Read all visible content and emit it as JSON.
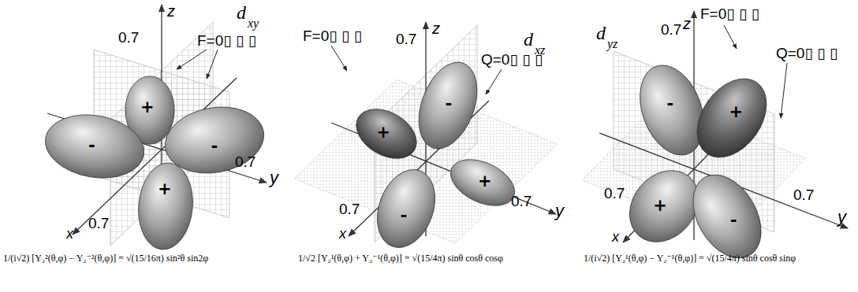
{
  "diagram": {
    "nodes": [
      {
        "text": [
          "+"
        ]
      },
      {
        "text": [
          "-"
        ]
      },
      {
        "text": [
          "-"
        ]
      },
      {
        "text": [
          "+"
        ]
      },
      {
        "text": [
          "-"
        ]
      },
      {
        "text": [
          "+"
        ]
      },
      {
        "text": [
          "+"
        ]
      },
      {
        "text": [
          "-"
        ]
      },
      {
        "text": [
          "-"
        ]
      },
      {
        "text": [
          "+"
        ]
      },
      {
        "text": [
          "+"
        ]
      },
      {
        "text": [
          "-"
        ]
      }
    ],
    "labels": [
      "z",
      "0.7",
      "d",
      "xy",
      "F=0▯ ▯ ▯",
      "0.7",
      "y",
      "0.7",
      "x",
      "1/(i√2) [Y₂²(θ,φ) − Y₂⁻²(θ,φ)] = √(15/16π) sin²θ sin2φ",
      "F=0▯ ▯ ▯",
      "0.7",
      "z",
      "d",
      "xz",
      "Q=0▯ ▯ ▯",
      "0.7",
      "0.7",
      "y",
      "x",
      "1/√2 [Y₂¹(θ,φ) + Y₂⁻¹(θ,φ)] = √(15/4π) sinθ cosθ cosφ",
      "d",
      "yz",
      "z",
      "F=0▯ ▯ ▯",
      "0.7",
      "Q=0▯ ▯ ▯",
      "0.7",
      "0.7",
      "y",
      "x",
      "1/(i√2) [Y₂¹(θ,φ) − Y₂⁻¹(θ,φ)] = √(15/4π) sinθ cosθ sinφ"
    ]
  }
}
